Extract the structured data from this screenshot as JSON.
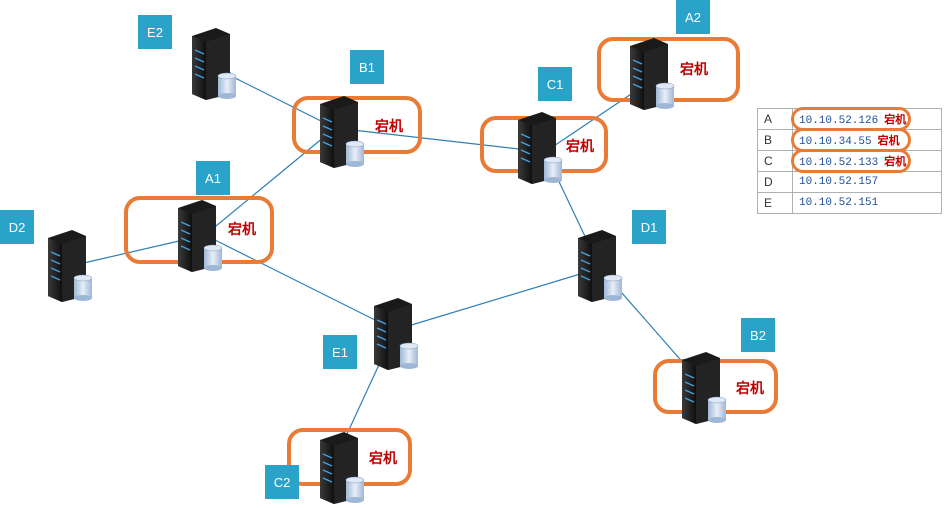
{
  "colors": {
    "link": "#2f7fb5",
    "label_bg": "#2aa3c9",
    "highlight": "#e87b35",
    "down_text": "#c00000",
    "ip_text": "#1f4e9a"
  },
  "nodes": {
    "A1": {
      "label": "A1",
      "down": true,
      "down_text": "宕机"
    },
    "A2": {
      "label": "A2",
      "down": true,
      "down_text": "宕机"
    },
    "B1": {
      "label": "B1",
      "down": true,
      "down_text": "宕机"
    },
    "B2": {
      "label": "B2",
      "down": true,
      "down_text": "宕机"
    },
    "C1": {
      "label": "C1",
      "down": true,
      "down_text": "宕机"
    },
    "C2": {
      "label": "C2",
      "down": true,
      "down_text": "宕机"
    },
    "D1": {
      "label": "D1",
      "down": false
    },
    "D2": {
      "label": "D2",
      "down": false
    },
    "E1": {
      "label": "E1",
      "down": false
    },
    "E2": {
      "label": "E2",
      "down": false
    }
  },
  "links": [
    [
      "A1",
      "B1"
    ],
    [
      "B1",
      "E2"
    ],
    [
      "B1",
      "C1"
    ],
    [
      "C1",
      "A2"
    ],
    [
      "C1",
      "D1"
    ],
    [
      "D1",
      "B2"
    ],
    [
      "D1",
      "E1"
    ],
    [
      "A1",
      "E1"
    ],
    [
      "E1",
      "C2"
    ],
    [
      "A1",
      "D2"
    ]
  ],
  "ip_table": [
    {
      "key": "A",
      "ip": "10.10.52.126",
      "down": true,
      "down_text": "宕机"
    },
    {
      "key": "B",
      "ip": "10.10.34.55",
      "down": true,
      "down_text": "宕机"
    },
    {
      "key": "C",
      "ip": "10.10.52.133",
      "down": true,
      "down_text": "宕机"
    },
    {
      "key": "D",
      "ip": "10.10.52.157",
      "down": false
    },
    {
      "key": "E",
      "ip": "10.10.52.151",
      "down": false
    }
  ]
}
